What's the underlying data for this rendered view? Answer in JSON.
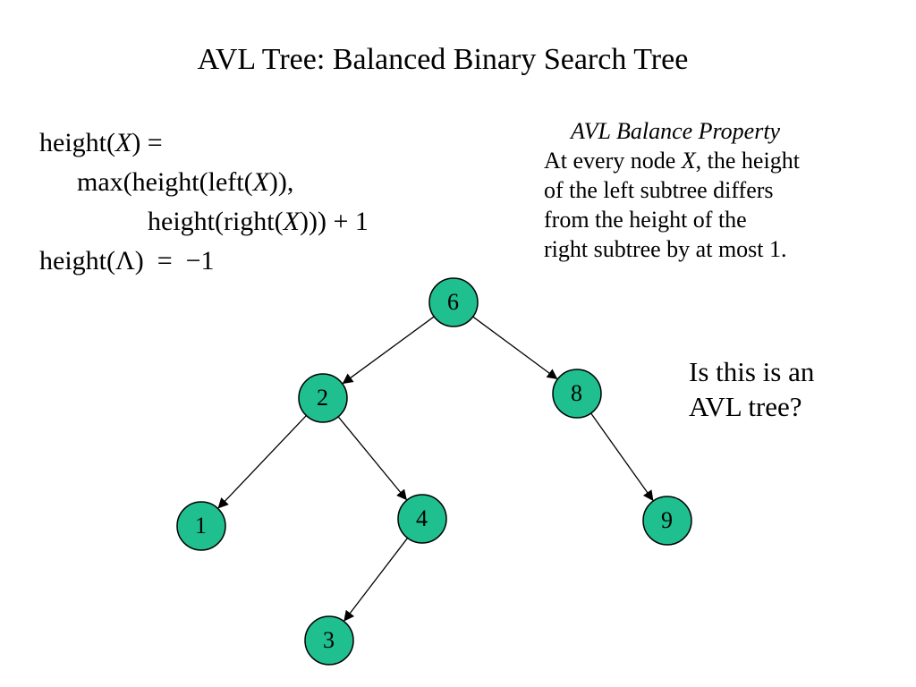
{
  "title": "AVL Tree: Balanced Binary Search Tree",
  "formula": {
    "line1": {
      "a": "height(",
      "x": "X",
      "b": ") ="
    },
    "line2": {
      "a": "max(height(left(",
      "x": "X",
      "b": ")),"
    },
    "line3": {
      "a": "height(right(",
      "x": "X",
      "b": "))) + 1"
    },
    "line4": "height(Λ)  =  −1"
  },
  "property": {
    "title": "AVL Balance Property",
    "line1_a": "At every node ",
    "line1_x": "X",
    "line1_b": ", the height",
    "line2": "of the left subtree differs",
    "line3": "from the height of the",
    "line4": "right subtree by at most 1."
  },
  "question": {
    "line1": "Is this is an",
    "line2": "AVL tree?"
  },
  "tree": {
    "node_color": "#1fbf8f",
    "nodes": [
      {
        "id": "n6",
        "label": "6"
      },
      {
        "id": "n2",
        "label": "2"
      },
      {
        "id": "n8",
        "label": "8"
      },
      {
        "id": "n1",
        "label": "1"
      },
      {
        "id": "n4",
        "label": "4"
      },
      {
        "id": "n9",
        "label": "9"
      },
      {
        "id": "n3",
        "label": "3"
      }
    ],
    "edges": [
      {
        "from": "n6",
        "to": "n2"
      },
      {
        "from": "n6",
        "to": "n8"
      },
      {
        "from": "n2",
        "to": "n1"
      },
      {
        "from": "n2",
        "to": "n4"
      },
      {
        "from": "n4",
        "to": "n3"
      },
      {
        "from": "n8",
        "to": "n9"
      }
    ]
  }
}
